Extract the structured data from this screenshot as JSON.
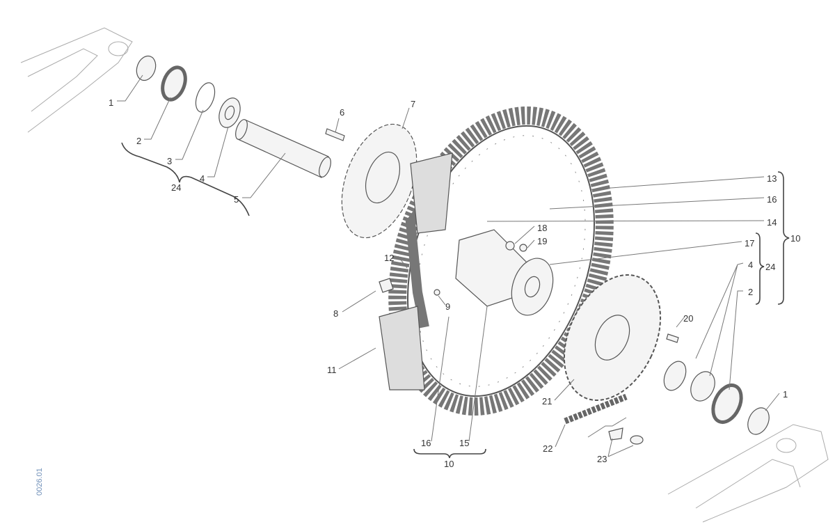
{
  "diagram": {
    "reference_code": "0026.01",
    "callouts": {
      "c1a": "1",
      "c2a": "2",
      "c3": "3",
      "c4a": "4",
      "c24a": "24",
      "c5": "5",
      "c6": "6",
      "c7": "7",
      "c8": "8",
      "c9": "9",
      "c11": "11",
      "c12": "12",
      "c13": "13",
      "c16a": "16",
      "c14": "14",
      "c10a": "10",
      "c17": "17",
      "c18": "18",
      "c19": "19",
      "c4b": "4",
      "c24b": "24",
      "c2b": "2",
      "c20": "20",
      "c21": "21",
      "c1b": "1",
      "c16b": "16",
      "c15": "15",
      "c10b": "10",
      "c22": "22",
      "c23": "23"
    }
  }
}
